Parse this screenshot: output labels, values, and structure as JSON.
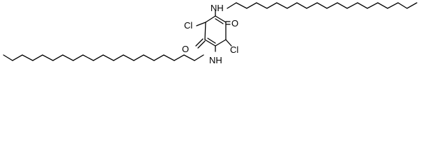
{
  "molecule": {
    "atoms": {
      "oxygen_top": "O",
      "oxygen_bottom": "O",
      "chlorine_top": "Cl",
      "chlorine_bottom": "Cl",
      "amine_top": "NH",
      "amine_bottom": "NH"
    }
  },
  "colors": {
    "bond": "#000000",
    "background": "#ffffff"
  }
}
